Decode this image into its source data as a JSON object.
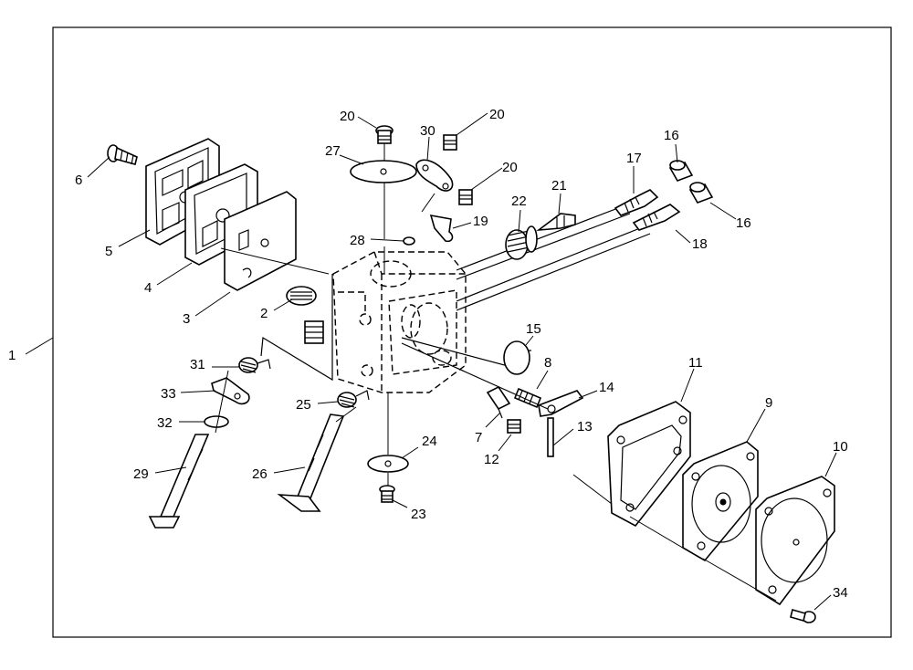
{
  "diagram": {
    "assembly_label": "1",
    "labels": {
      "p2": "2",
      "p3": "3",
      "p4": "4",
      "p5": "5",
      "p6": "6",
      "p7": "7",
      "p8": "8",
      "p9": "9",
      "p10": "10",
      "p11": "11",
      "p12": "12",
      "p13": "13",
      "p14": "14",
      "p15": "15",
      "p16a": "16",
      "p16b": "16",
      "p17": "17",
      "p18": "18",
      "p19": "19",
      "p20a": "20",
      "p20b": "20",
      "p20c": "20",
      "p21": "21",
      "p22": "22",
      "p23": "23",
      "p24": "24",
      "p25": "25",
      "p26": "26",
      "p27": "27",
      "p28": "28",
      "p29": "29",
      "p30": "30",
      "p31": "31",
      "p32": "32",
      "p33": "33",
      "p34": "34"
    }
  }
}
